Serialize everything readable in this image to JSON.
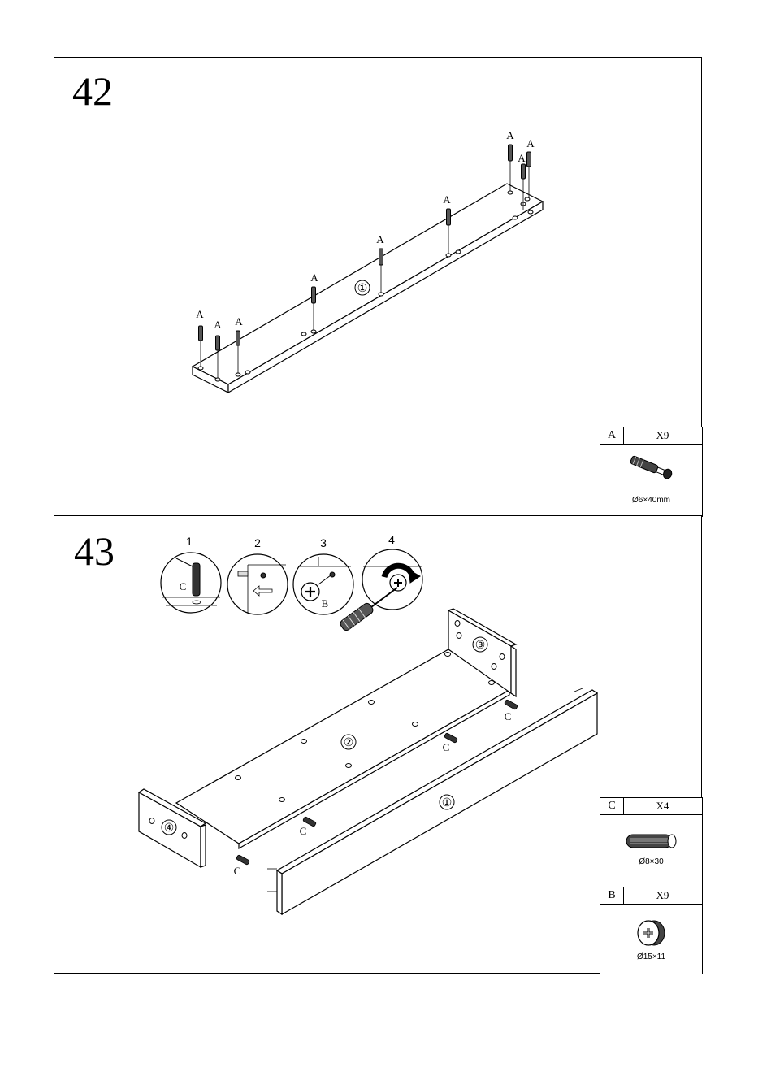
{
  "steps": [
    {
      "number": "42",
      "part_label": "①",
      "fastener_label": "A",
      "hardware": [
        {
          "letter": "A",
          "quantity": "X9",
          "size": "Ø6×40mm",
          "icon": "cam-bolt-icon"
        }
      ]
    },
    {
      "number": "43",
      "sub_steps": [
        "1",
        "2",
        "3",
        "4"
      ],
      "inset_labels": {
        "dowel": "C",
        "cam": "B"
      },
      "part_labels": {
        "bottom": "②",
        "end_right": "③",
        "end_left": "④",
        "front": "①"
      },
      "fastener_label": "C",
      "hardware": [
        {
          "letter": "C",
          "quantity": "X4",
          "size": "Ø8×30",
          "icon": "wood-dowel-icon"
        },
        {
          "letter": "B",
          "quantity": "X9",
          "size": "Ø15×11",
          "icon": "cam-lock-icon"
        }
      ]
    }
  ]
}
